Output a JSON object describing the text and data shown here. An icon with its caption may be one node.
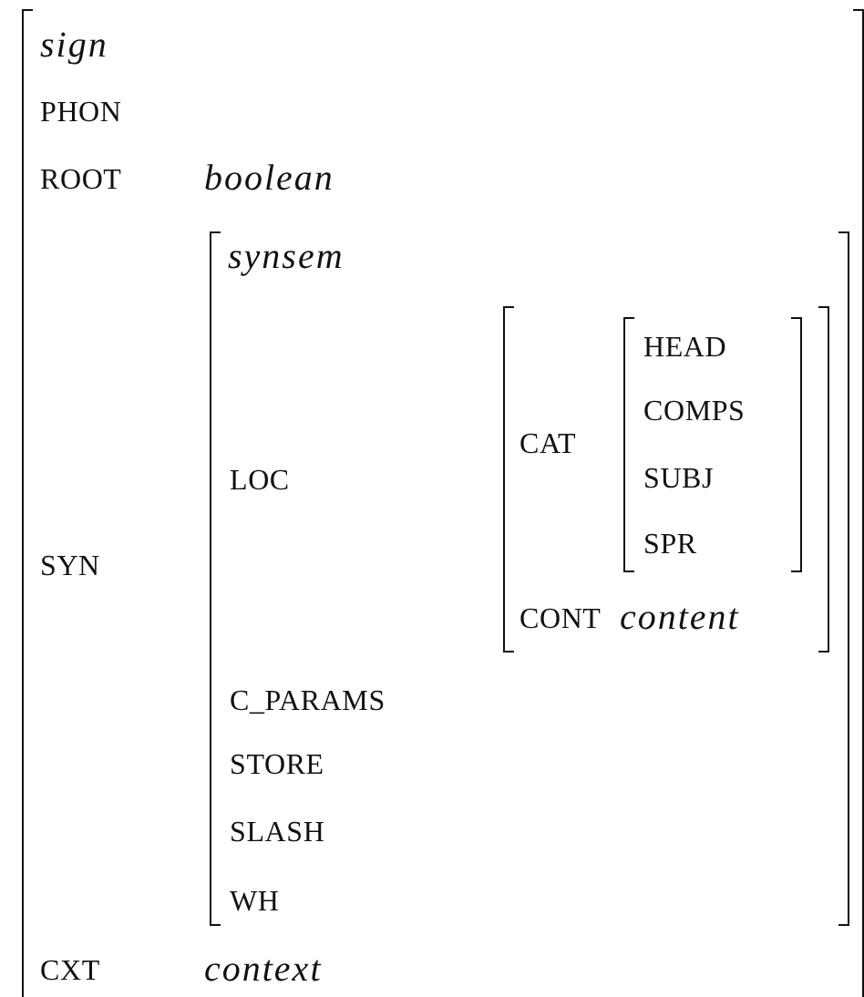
{
  "diagram": {
    "nodes": [
      {
        "text": [
          "sign",
          "PHON",
          "ROOT",
          "boolean",
          "SYN",
          "CXT",
          "context"
        ]
      },
      {
        "text": [
          "synsem",
          "LOC",
          "C_PARAMS",
          "STORE",
          "SLASH",
          "WH"
        ],
        "in": 0
      },
      {
        "text": [
          "CAT",
          "CONT",
          "content"
        ],
        "in": 1
      },
      {
        "text": [
          "HEAD",
          "COMPS",
          "SUBJ",
          "SPR"
        ],
        "in": 2
      }
    ]
  }
}
